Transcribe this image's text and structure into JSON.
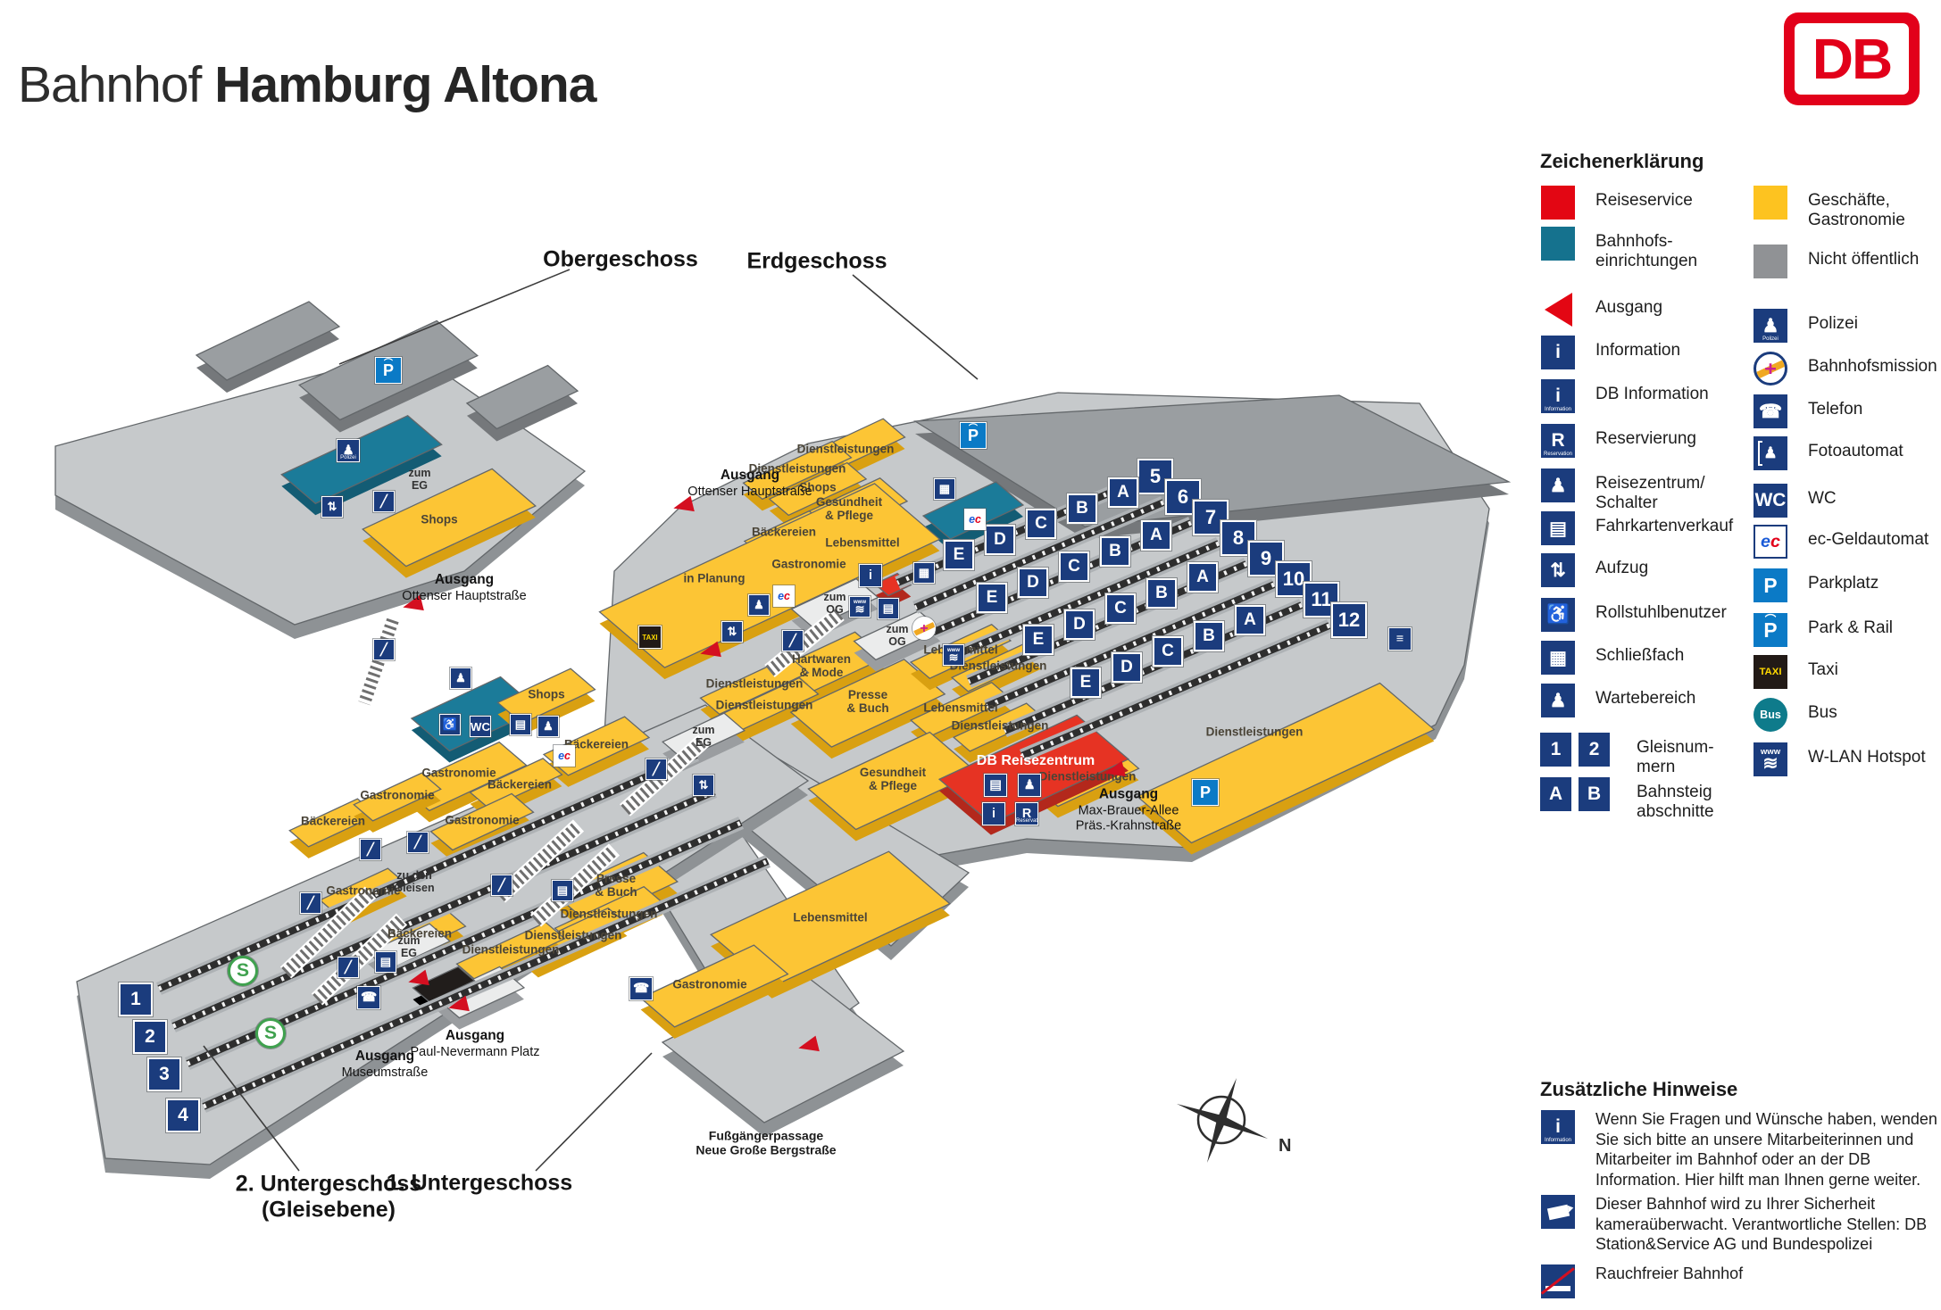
{
  "header": {
    "title_regular": "Bahnhof",
    "title_bold": "Hamburg Altona",
    "logo_text": "DB"
  },
  "colors": {
    "reiseservice_red": "#e30613",
    "bahnhofseinrichtungen_teal": "#15728e",
    "geschaefte_yellow": "#fdc320",
    "nicht_oeffentlich_gray": "#909295",
    "db_red": "#e2001a",
    "icon_navy": "#1b3c7d",
    "parkplatz_blue": "#0b7ac6",
    "sbahn_green": "#3fa14e",
    "floor_gray": "#c6c9cb",
    "deck_gray": "#9a9ea1"
  },
  "legend": {
    "title": "Zeichenerklärung",
    "left": [
      {
        "icon": "reiseservice-swatch",
        "kind": "swatch",
        "color": "#e30613",
        "label": "Reiseservice"
      },
      {
        "icon": "bahnhofseinrichtungen-swatch",
        "kind": "swatch",
        "color": "#15728e",
        "label": "Bahnhofs-\neinrichtungen"
      },
      {
        "icon": "ausgang-icon",
        "kind": "tri",
        "label": "Ausgang"
      },
      {
        "icon": "information-icon",
        "kind": "sq",
        "glyph": "i",
        "label": "Information"
      },
      {
        "icon": "db-information-icon",
        "kind": "sq",
        "glyph": "i",
        "sub": "Information",
        "label": "DB Information"
      },
      {
        "icon": "reservierung-icon",
        "kind": "sq",
        "glyph": "R",
        "sub": "Reservation",
        "label": "Reservierung"
      },
      {
        "icon": "reisezentrum-schalter-icon",
        "kind": "sq",
        "glyph": "♟",
        "label": "Reisezentrum/\nSchalter"
      },
      {
        "icon": "fahrkartenverkauf-icon",
        "kind": "sq",
        "glyph": "▤",
        "label": "Fahrkartenverkauf"
      },
      {
        "icon": "aufzug-icon",
        "kind": "sq",
        "glyph": "⇅",
        "label": "Aufzug"
      },
      {
        "icon": "rollstuhlbenutzer-icon",
        "kind": "sq",
        "glyph": "♿",
        "label": "Rollstuhlbenutzer"
      },
      {
        "icon": "schliessfach-icon",
        "kind": "sq",
        "glyph": "▦",
        "label": "Schließfach"
      },
      {
        "icon": "wartebereich-icon",
        "kind": "sq",
        "glyph": "♟",
        "label": "Wartebereich"
      },
      {
        "icon": "gleisnummern-icon",
        "kind": "twosq",
        "glyphs": [
          "1",
          "2"
        ],
        "label": "Gleisnum-\nmern"
      },
      {
        "icon": "bahnsteigabschnitte-icon",
        "kind": "twosq",
        "glyphs": [
          "A",
          "B"
        ],
        "label": "Bahnsteig\nabschnitte"
      }
    ],
    "right": [
      {
        "icon": "geschaefte-gastronomie-swatch",
        "kind": "swatch",
        "color": "#fdc320",
        "label": "Geschäfte,\nGastronomie"
      },
      {
        "icon": "nicht-oeffentlich-swatch",
        "kind": "swatch",
        "color": "#909295",
        "label": "Nicht öffentlich"
      },
      {
        "icon": "polizei-icon",
        "kind": "sq",
        "glyph": "♟",
        "sub": "Polizei",
        "label": "Polizei"
      },
      {
        "icon": "bahnhofsmission-icon",
        "kind": "mission",
        "glyph": "+",
        "label": "Bahnhofsmission"
      },
      {
        "icon": "telefon-icon",
        "kind": "sq",
        "glyph": "☎",
        "label": "Telefon"
      },
      {
        "icon": "fotoautomat-icon",
        "kind": "photo",
        "glyph": "♟",
        "label": "Fotoautomat"
      },
      {
        "icon": "wc-icon",
        "kind": "sq",
        "glyph": "WC",
        "label": "WC"
      },
      {
        "icon": "ec-geldautomat-icon",
        "kind": "ec",
        "glyph": "ec",
        "label": "ec-Geldautomat"
      },
      {
        "icon": "parkplatz-icon",
        "kind": "psq",
        "glyph": "P",
        "label": "Parkplatz"
      },
      {
        "icon": "park-rail-icon",
        "kind": "psq",
        "glyph": "P",
        "roof": "⌒",
        "label": "Park & Rail"
      },
      {
        "icon": "taxi-icon",
        "kind": "taxi",
        "glyph": "TAXI",
        "label": "Taxi"
      },
      {
        "icon": "bus-icon",
        "kind": "bus",
        "glyph": "Bus",
        "label": "Bus"
      },
      {
        "icon": "wlan-hotspot-icon",
        "kind": "wlan",
        "glyph": "≋",
        "label": "W-LAN Hotspot"
      }
    ]
  },
  "notes": {
    "title": "Zusätzliche Hinweise",
    "items": [
      {
        "icon": "db-information-icon",
        "kind": "sq",
        "glyph": "i",
        "sub": "Information",
        "text": "Wenn Sie Fragen und Wünsche haben, wenden Sie sich bitte an unsere Mitarbeiterinnen und Mitarbeiter im Bahnhof oder an der DB Information. Hier hilft man Ihnen gerne weiter."
      },
      {
        "icon": "kamera-icon",
        "kind": "cam",
        "text": "Dieser Bahnhof wird zu Ihrer Sicherheit kameraüber­wacht. Verantwortliche Stellen: DB Station&Service AG und Bundespolizei"
      },
      {
        "icon": "rauchfrei-icon",
        "kind": "nosmoke",
        "text": "Rauchfreier Bahnhof"
      }
    ]
  },
  "map": {
    "floor_titles": {
      "og": "Obergeschoss",
      "eg": "Erdgeschoss",
      "ug1": "1. Untergeschoss",
      "ug2": "2. Untergeschoss\n(Gleisebene)"
    },
    "exits": [
      {
        "title": "Ausgang",
        "sub": "Ottenser Hauptstraße"
      },
      {
        "title": "Ausgang",
        "sub": "Ottenser Hauptstraße"
      },
      {
        "title": "Ausgang",
        "sub": "Max-Brauer-Allee\nPräs.-Krahnstraße"
      },
      {
        "title": "Ausgang",
        "sub": "Museumstraße"
      },
      {
        "title": "Ausgang",
        "sub": "Paul-Nevermann Platz"
      }
    ],
    "areas": {
      "dienstleistungen": "Dienstleistungen",
      "shops": "Shops",
      "gesundheit": "Gesundheit\n& Pflege",
      "lebensmittel": "Lebensmittel",
      "baeckereien": "Bäckereien",
      "gastronomie": "Gastronomie",
      "in_planung": "in Planung",
      "hartwaren": "Hartwaren\n& Mode",
      "presse": "Presse\n& Buch",
      "db_reisezentrum": "DB Reisezentrum"
    },
    "links": {
      "zum_eg": "zum\nEG",
      "zum_og": "zum\nOG",
      "zu_den_gleisen": "zu den\nGleisen",
      "fussgaengerpassage": "Fußgängerpassage\nNeue Große Bergstraße"
    },
    "gleise_eg": [
      "5",
      "6",
      "7",
      "8",
      "9",
      "10",
      "11",
      "12"
    ],
    "gleise_ug2": [
      "1",
      "2",
      "3",
      "4"
    ],
    "abschnitte": [
      "A",
      "B",
      "C",
      "D",
      "E"
    ],
    "compass_n": "N",
    "icon_glyphs": {
      "parkhaus": "P",
      "parkplatz": "P",
      "polizei": "♟",
      "aufzug": "⇅",
      "escalator": "╱",
      "schliessfach": "▦",
      "ec": "ec",
      "information": "i",
      "db-information": "i",
      "reservierung": "R",
      "fahrkarten": "▤",
      "schalter": "♟",
      "bahnhofsmission": "+",
      "wlan": "≋",
      "telefon": "☎",
      "fotoautomat": "♟",
      "taxi": "TAXI",
      "bus": "Bus",
      "wc": "WC",
      "rollstuhl": "♿",
      "baby": "♟",
      "s-bahn": "S",
      "cartrain": "≡"
    }
  }
}
